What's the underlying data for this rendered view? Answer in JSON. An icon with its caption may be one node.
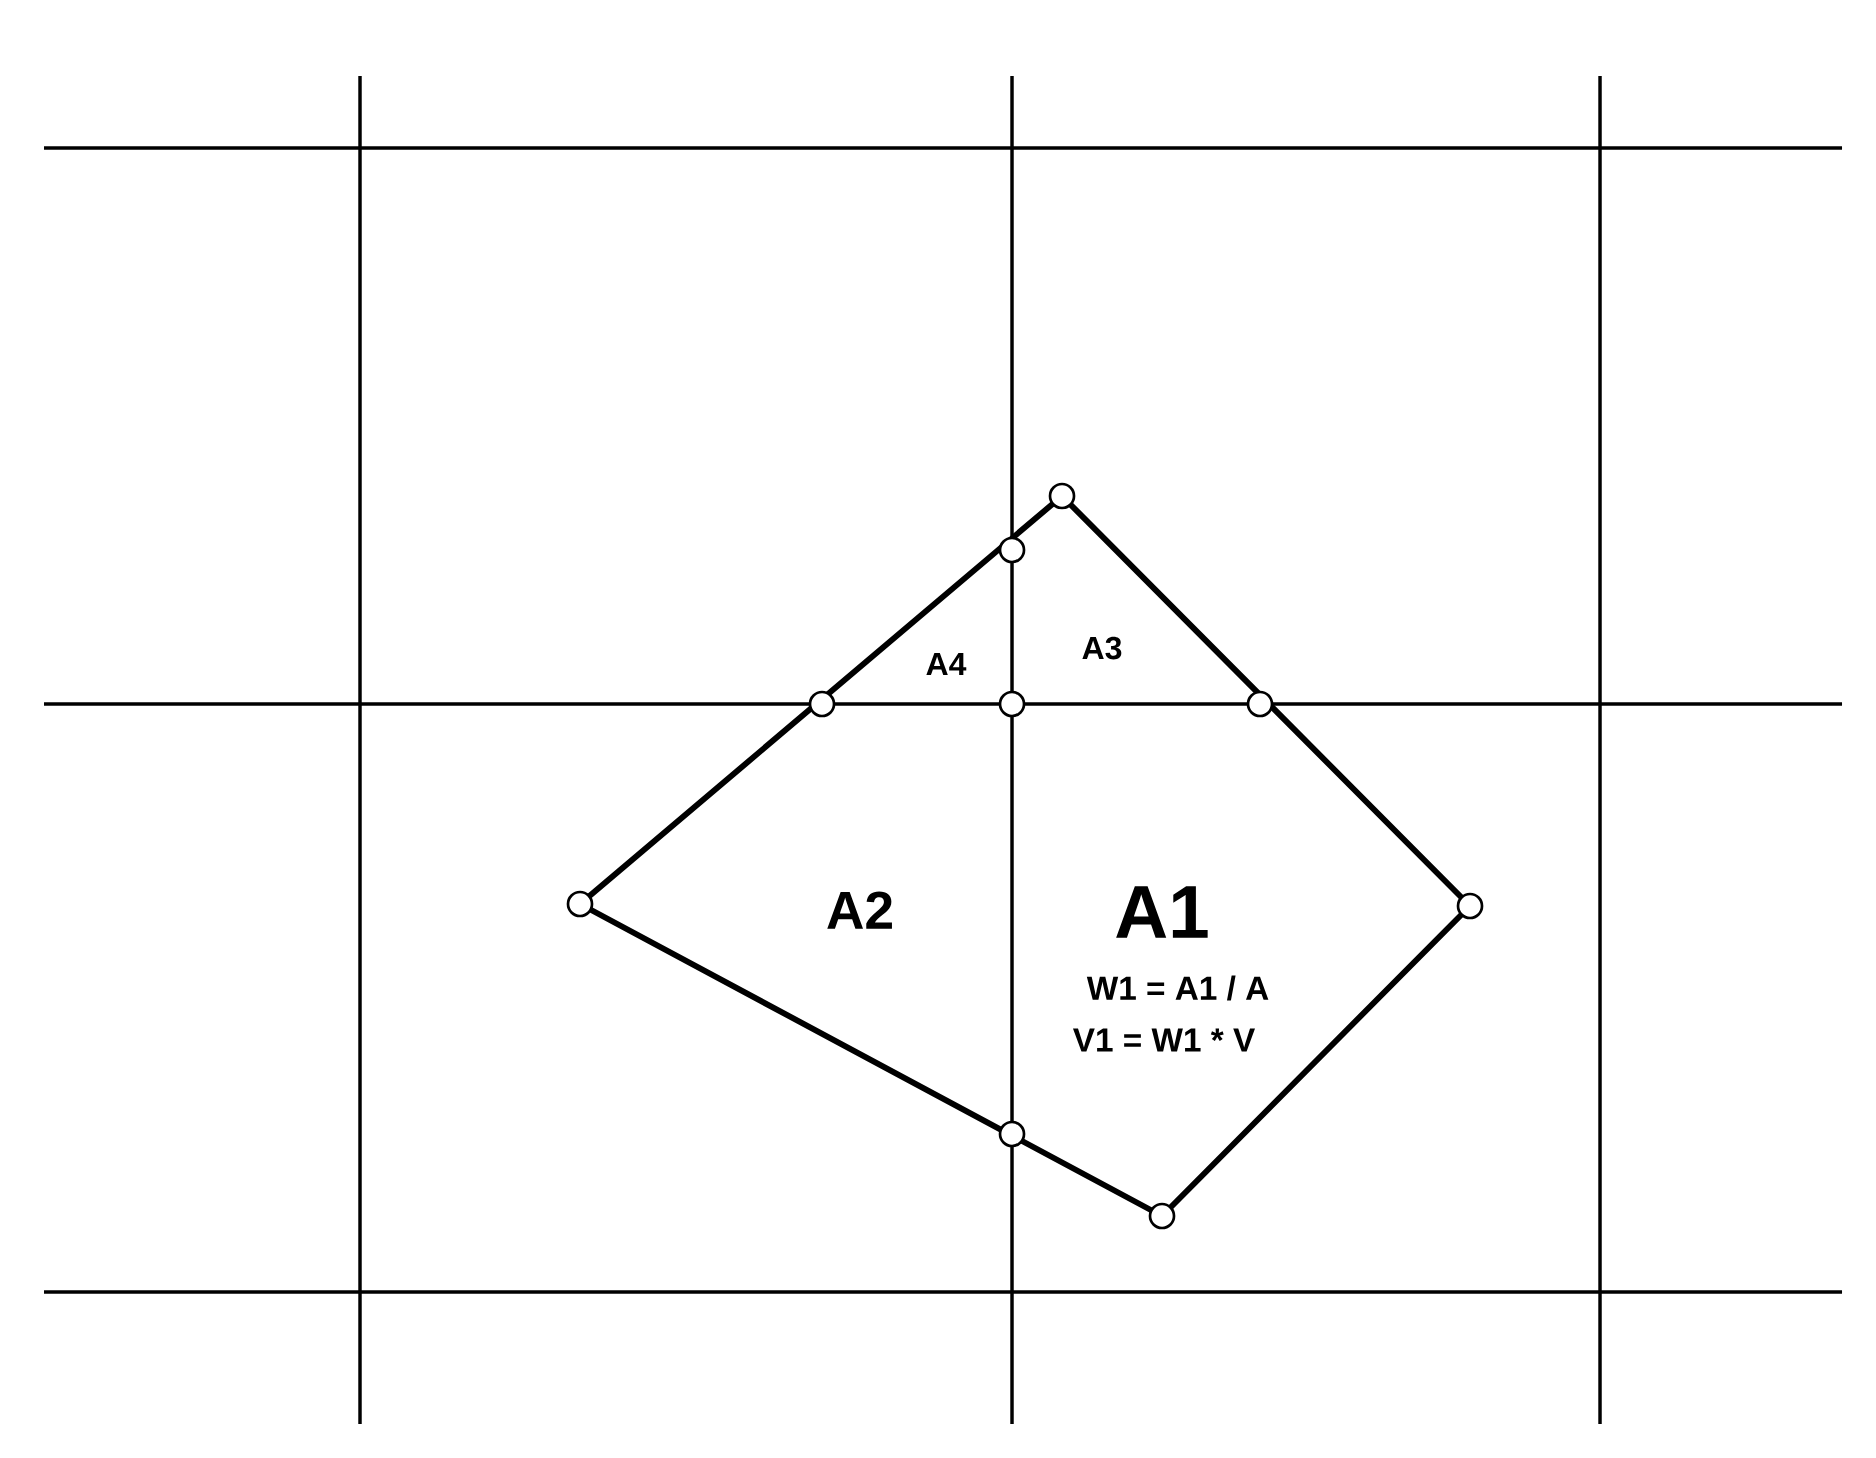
{
  "diagram": {
    "labels": [
      "A4",
      "A3",
      "A2",
      "A1",
      "W1 = A1 / A",
      "V1 = W1 * V"
    ]
  }
}
